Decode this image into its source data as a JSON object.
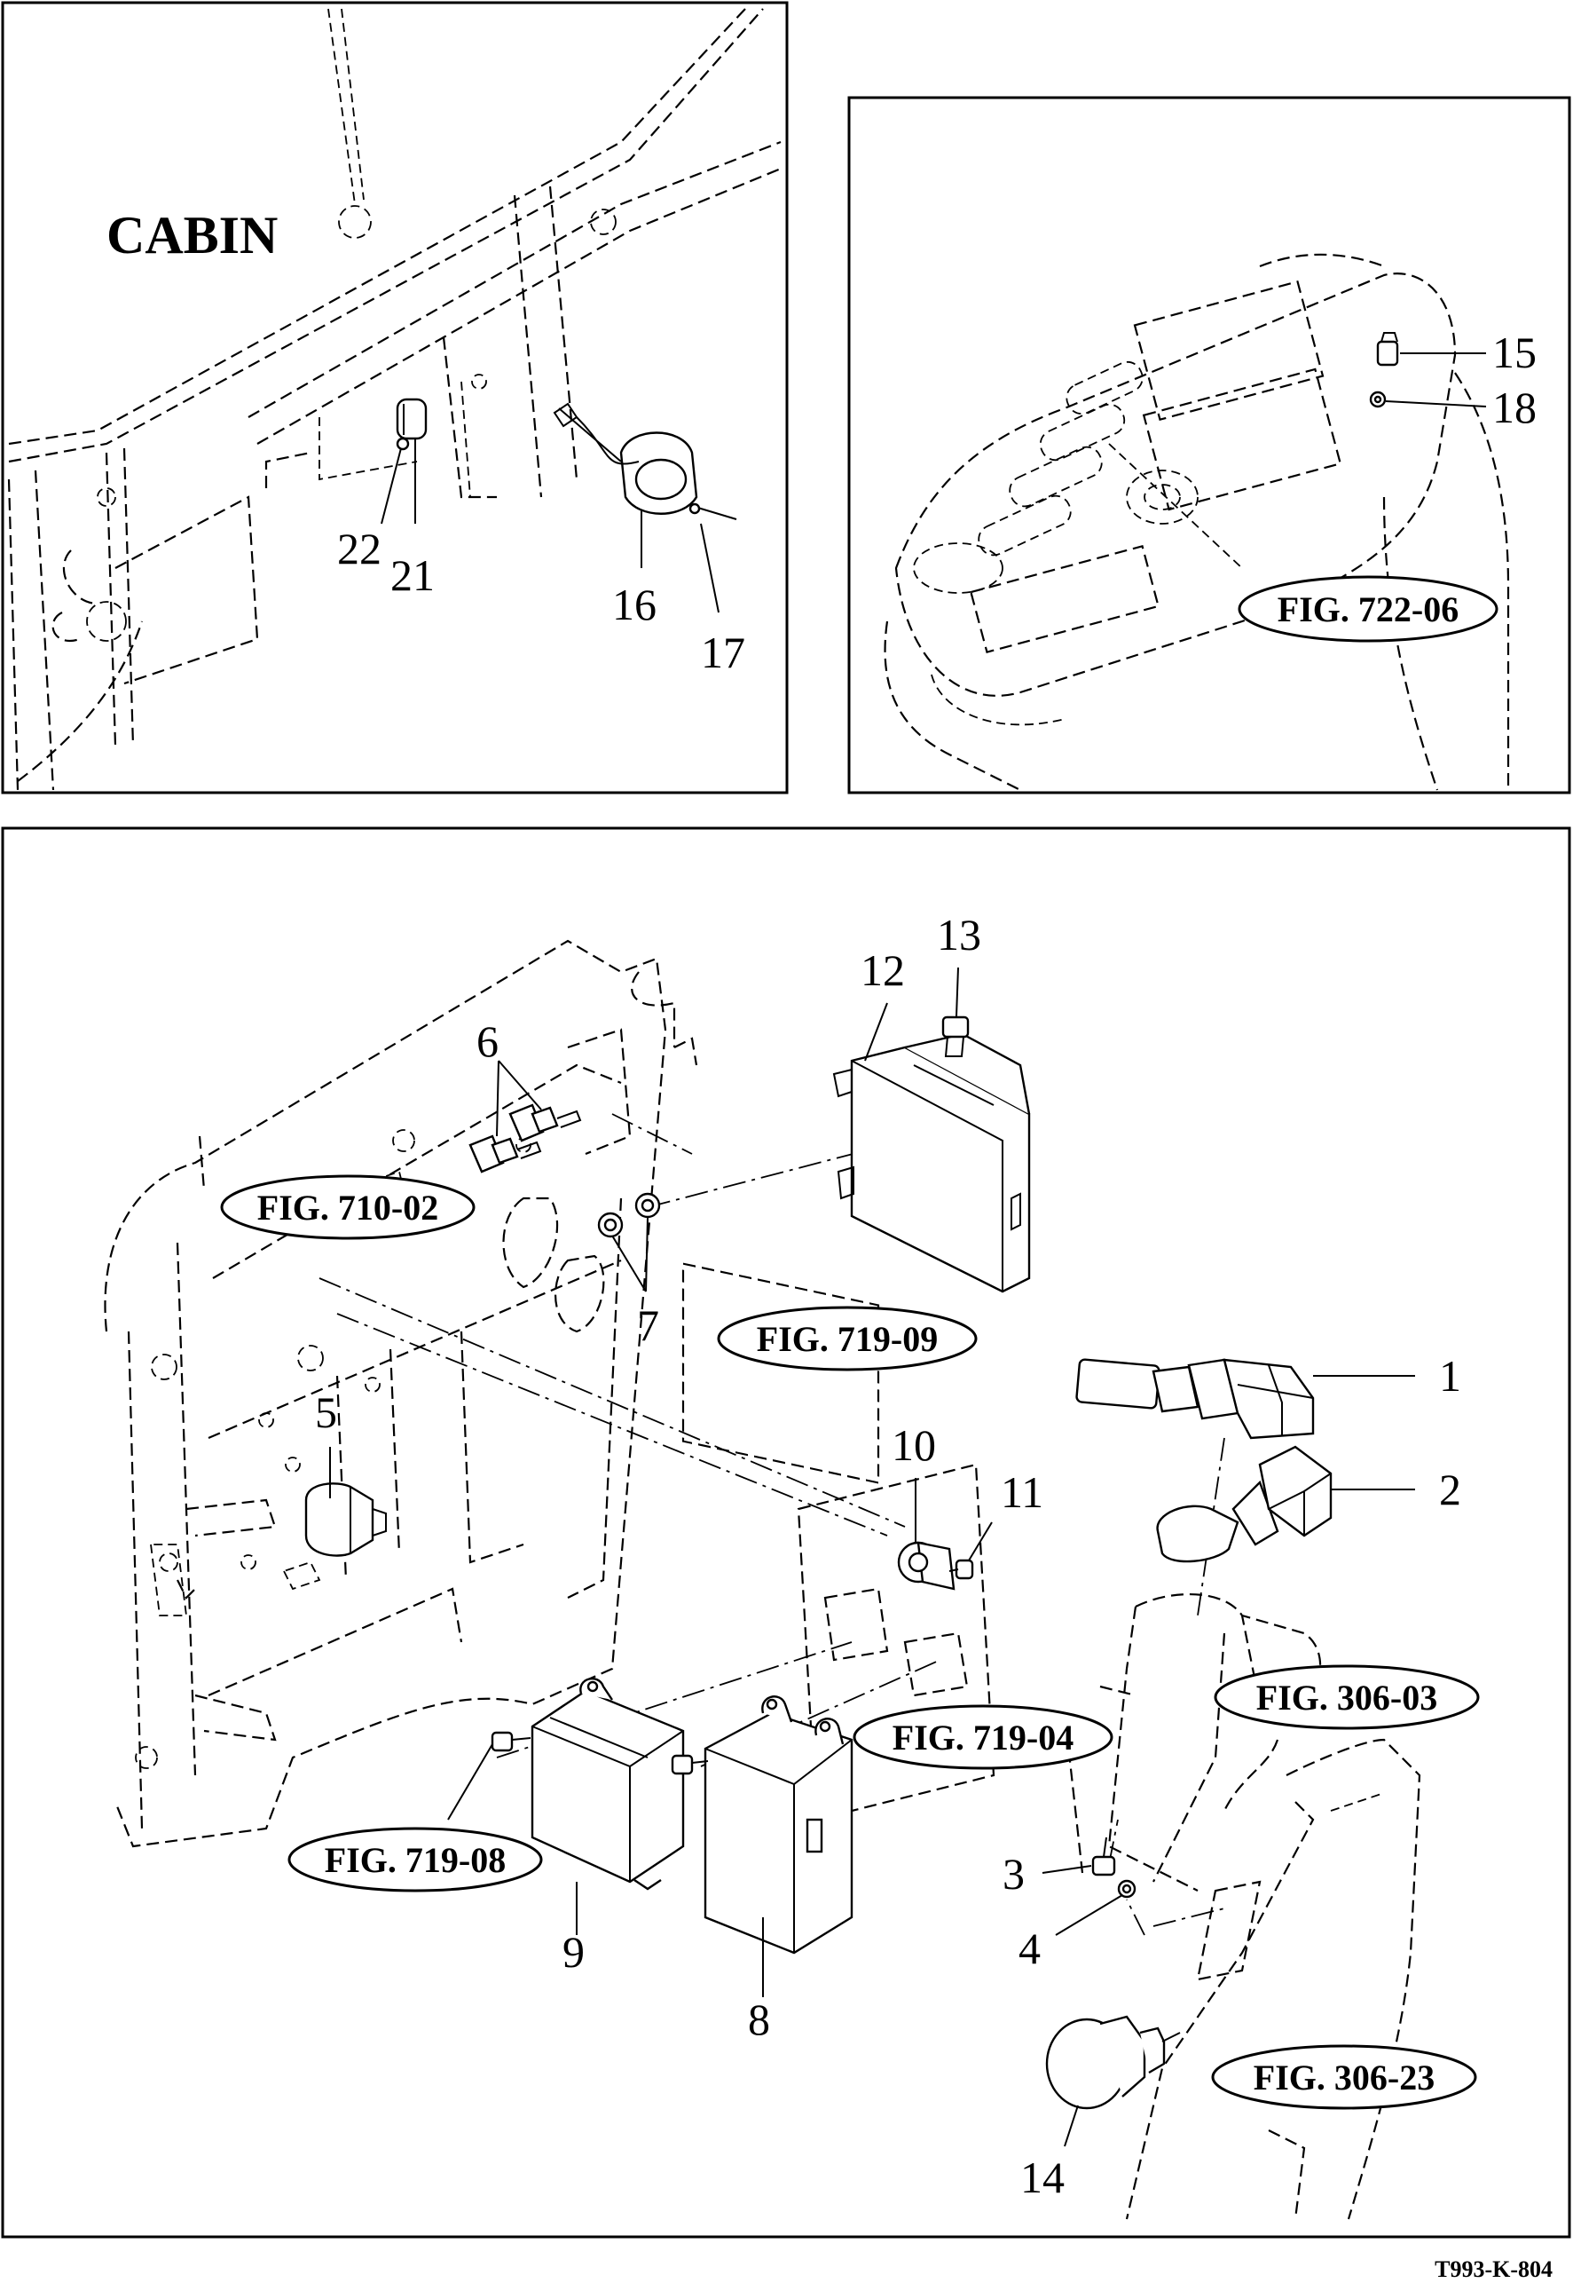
{
  "top_left_panel": {
    "title": "CABIN",
    "callouts": [
      "22",
      "21",
      "16",
      "17"
    ]
  },
  "top_right_panel": {
    "callouts": [
      "15",
      "18"
    ],
    "reference": "FIG. 722-06"
  },
  "main_panel": {
    "callouts": [
      "1",
      "2",
      "3",
      "4",
      "5",
      "6",
      "7",
      "8",
      "9",
      "10",
      "11",
      "12",
      "13",
      "14"
    ],
    "references": [
      "FIG. 710-02",
      "FIG. 719-09",
      "FIG. 306-03",
      "FIG. 719-04",
      "FIG. 719-08",
      "FIG. 306-23"
    ]
  },
  "drawing_code": "T993-K-804"
}
